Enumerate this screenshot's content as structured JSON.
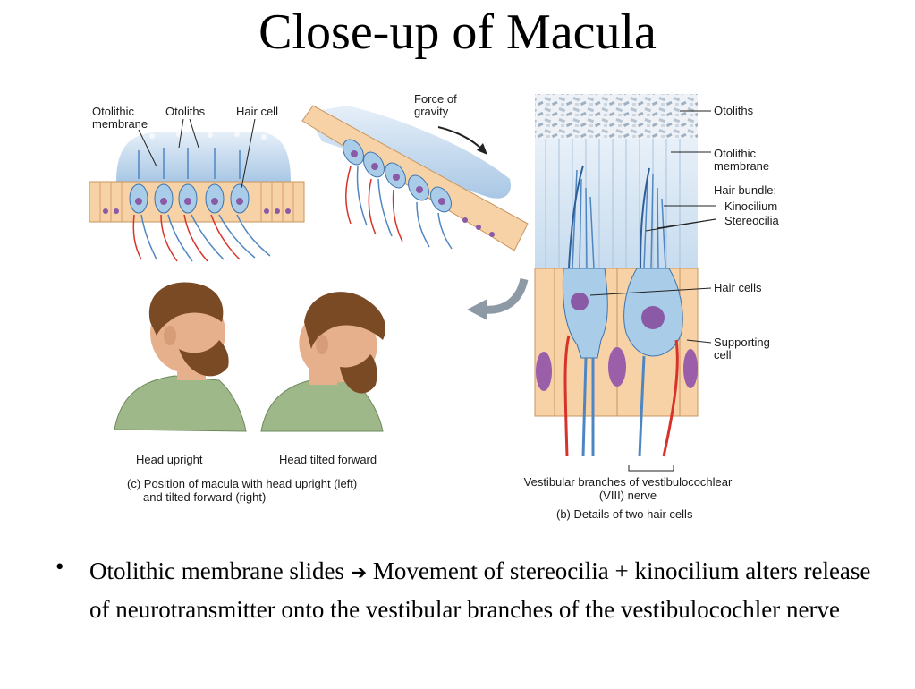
{
  "title": "Close-up of Macula",
  "panel_a": {
    "label_membrane_1": "Otolithic",
    "label_membrane_2": "membrane",
    "label_otoliths": "Otoliths",
    "label_hair_cell": "Hair cell",
    "label_force_1": "Force of",
    "label_force_2": "gravity"
  },
  "panel_c": {
    "label_upright": "Head upright",
    "label_tilted": "Head tilted forward",
    "caption_1": "(c) Position of macula with head upright (left)",
    "caption_2": "and tilted forward (right)"
  },
  "panel_b": {
    "label_otoliths": "Otoliths",
    "label_membrane_1": "Otolithic",
    "label_membrane_2": "membrane",
    "label_bundle": "Hair bundle:",
    "label_kinocilium": "Kinocilium",
    "label_stereocilia": "Stereocilia",
    "label_hair_cells": "Hair cells",
    "label_supporting_1": "Supporting",
    "label_supporting_2": "cell",
    "label_nerve_1": "Vestibular branches of vestibulocochlear",
    "label_nerve_2": "(VIII) nerve",
    "caption": "(b) Details of two hair cells"
  },
  "bullet": {
    "symbol": "•",
    "text_1": "Otolithic membrane slides",
    "arrow": "➔",
    "text_2": "Movement of stereocilia + kinocilium alters release of neurotransmitter onto the vestibular branches of the vestibulocochler nerve"
  },
  "colors": {
    "membrane": "#b9d3ea",
    "epithelium": "#f7d2a6",
    "hair_cell": "#a9cde8",
    "nucleus": "#8a5aa7",
    "nerve_red": "#d8332b",
    "nerve_blue": "#4f86c2",
    "skin": "#e7b08d",
    "hair": "#7a4a25",
    "shirt": "#9fb88a"
  }
}
